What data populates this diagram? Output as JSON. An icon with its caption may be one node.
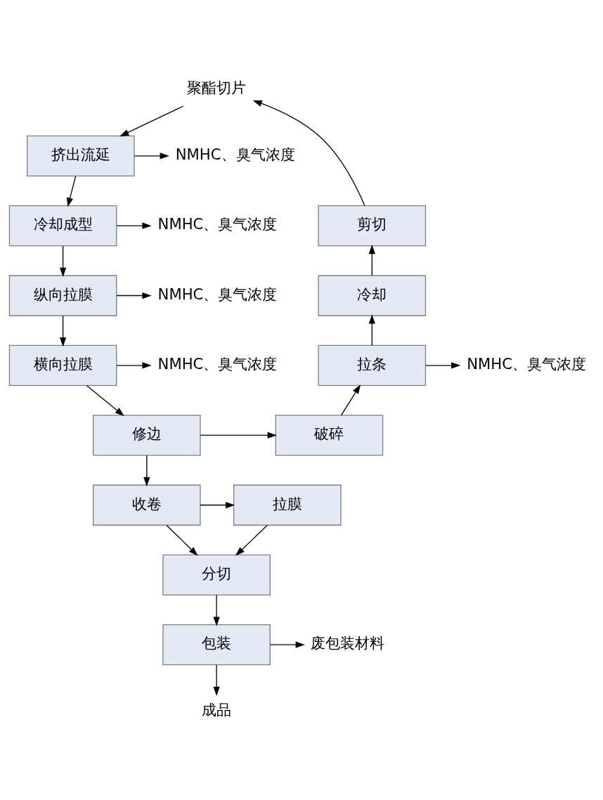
{
  "diagram": {
    "nodes": [
      {
        "text": [
          "聚酯切片"
        ]
      },
      {
        "text": [
          "NMHC、臭气浓度"
        ]
      },
      {
        "text": [
          "挤出流延"
        ]
      },
      {
        "text": [
          "NMHC、臭气浓度"
        ]
      },
      {
        "text": [
          "冷却成型"
        ]
      },
      {
        "text": [
          "剪切"
        ]
      },
      {
        "text": [
          "NMHC、臭气浓度"
        ]
      },
      {
        "text": [
          "纵向拉膜"
        ]
      },
      {
        "text": [
          "冷却"
        ]
      },
      {
        "text": [
          "NMHC、臭气浓度"
        ]
      },
      {
        "text": [
          "横向拉膜"
        ]
      },
      {
        "text": [
          "拉条"
        ]
      },
      {
        "text": [
          "NMHC、臭气浓度"
        ]
      },
      {
        "text": [
          "修边"
        ]
      },
      {
        "text": [
          "破碎"
        ]
      },
      {
        "text": [
          "收卷"
        ]
      },
      {
        "text": [
          "拉膜"
        ]
      },
      {
        "text": [
          "分切"
        ]
      },
      {
        "text": [
          "废包装材料"
        ]
      },
      {
        "text": [
          "包装"
        ]
      },
      {
        "text": [
          "成品"
        ]
      }
    ],
    "edges": [
      {
        "from": 0,
        "to": 2,
        "arrow": "to"
      },
      {
        "from": 2,
        "to": 1,
        "arrow": "to"
      },
      {
        "from": 2,
        "to": 4,
        "arrow": "to"
      },
      {
        "from": 4,
        "to": 3,
        "arrow": "to"
      },
      {
        "from": 4,
        "to": 7,
        "arrow": "to"
      },
      {
        "from": 7,
        "to": 6,
        "arrow": "to"
      },
      {
        "from": 7,
        "to": 10,
        "arrow": "to"
      },
      {
        "from": 10,
        "to": 9,
        "arrow": "to"
      },
      {
        "from": 10,
        "to": 13,
        "arrow": "to"
      },
      {
        "from": 13,
        "to": 14,
        "arrow": "to"
      },
      {
        "from": 14,
        "to": 11,
        "arrow": "to"
      },
      {
        "from": 11,
        "to": 12,
        "arrow": "to"
      },
      {
        "from": 11,
        "to": 8,
        "arrow": "to"
      },
      {
        "from": 8,
        "to": 5,
        "arrow": "to"
      },
      {
        "from": 5,
        "to": 0,
        "arrow": "to"
      },
      {
        "from": 13,
        "to": 15,
        "arrow": "to"
      },
      {
        "from": 15,
        "to": 17,
        "arrow": "to"
      },
      {
        "from": 15,
        "to": 16,
        "arrow": "to"
      },
      {
        "from": 16,
        "to": 17,
        "arrow": "to"
      },
      {
        "from": 17,
        "to": 19,
        "arrow": "to"
      },
      {
        "from": 19,
        "to": 18,
        "arrow": "to"
      },
      {
        "from": 19,
        "to": 20,
        "arrow": "to"
      }
    ]
  }
}
